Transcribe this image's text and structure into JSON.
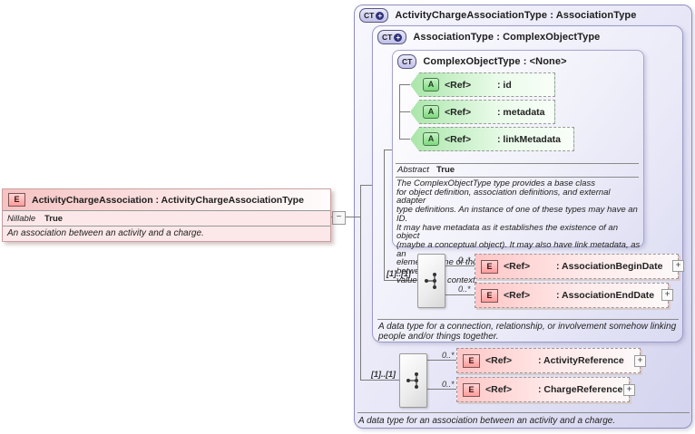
{
  "colors": {
    "element_pink": "#ffc6c6",
    "attribute_green": "#aae6aa",
    "type_lavender_border": "#8f8fc0",
    "type_lavender_fill": "#dadaf2",
    "connector_gray": "#7a7a7a"
  },
  "left_element": {
    "badge": "E",
    "title": "ActivityChargeAssociation : ActivityChargeAssociationType",
    "nillable_label": "Nillable",
    "nillable_value": "True",
    "description": "An association between an activity and a charge."
  },
  "connector": {
    "collapse_glyph": "−"
  },
  "outer_type": {
    "badge": "CT",
    "plus_glyph": "+",
    "title": "ActivityChargeAssociationType : AssociationType",
    "description": "A data type for an association between an activity and a charge."
  },
  "association_type": {
    "badge": "CT",
    "plus_glyph": "+",
    "title": "AssociationType : ComplexObjectType",
    "description": "A data type for a connection, relationship, or involvement somehow linking\npeople and/or things together."
  },
  "complex_object_type": {
    "badge": "CT",
    "title": "ComplexObjectType : <None>",
    "attributes": [
      {
        "badge": "A",
        "ref": "<Ref>",
        "name": ": id"
      },
      {
        "badge": "A",
        "ref": "<Ref>",
        "name": ": metadata"
      },
      {
        "badge": "A",
        "ref": "<Ref>",
        "name": ": linkMetadata"
      }
    ],
    "abstract_label": "Abstract",
    "abstract_value": "True",
    "description": "The ComplexObjectType type provides a base class\nfor object definition, association definitions, and external adapter\ntype definitions. An instance of one of these types may have an ID.\nIt may have metadata as it establishes the existence of an object\n(maybe a conceptual object). It may also have link metadata, as an\nelement of one of these types establishes a relationship between its\nvalue and its context."
  },
  "groups": [
    {
      "cardinality": "[1]..[1]",
      "elements": [
        {
          "badge": "E",
          "cardinality": "0..*",
          "ref": "<Ref>",
          "name": ": AssociationBeginDate",
          "expand_glyph": "+"
        },
        {
          "badge": "E",
          "cardinality": "0..*",
          "ref": "<Ref>",
          "name": ": AssociationEndDate",
          "expand_glyph": "+"
        }
      ]
    },
    {
      "cardinality": "[1]..[1]",
      "elements": [
        {
          "badge": "E",
          "cardinality": "0..*",
          "ref": "<Ref>",
          "name": ": ActivityReference",
          "expand_glyph": "+"
        },
        {
          "badge": "E",
          "cardinality": "0..*",
          "ref": "<Ref>",
          "name": ": ChargeReference",
          "expand_glyph": "+"
        }
      ]
    }
  ]
}
